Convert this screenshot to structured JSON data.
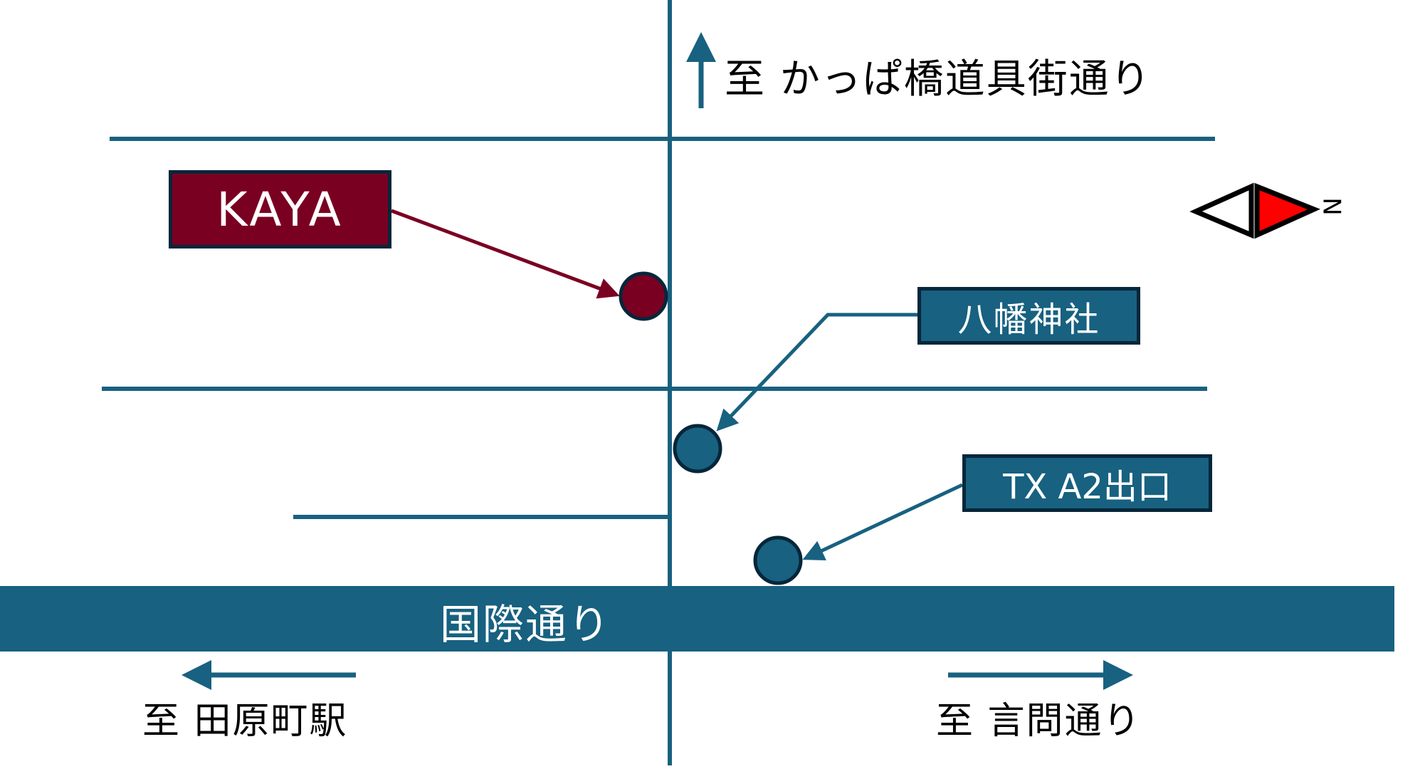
{
  "colors": {
    "road": "#186180",
    "road_dark_border": "#06263a",
    "destination": "#7a0022",
    "landmark": "#186180",
    "compass_north": "#ff0000",
    "text": "#000000",
    "label_text": "#ffffff"
  },
  "map": {
    "destination": {
      "label": "KAYA",
      "icon": "location-marker-icon"
    },
    "landmarks": [
      {
        "label": "八幡神社",
        "icon": "location-marker-icon"
      },
      {
        "label": "TX A2出口",
        "icon": "location-marker-icon"
      }
    ],
    "main_road": {
      "label": "国際通り"
    },
    "directions": {
      "up": {
        "label": "至 かっぱ橋道具街通り",
        "icon": "arrow-up-icon"
      },
      "left": {
        "label": "至 田原町駅",
        "icon": "arrow-left-icon"
      },
      "right": {
        "label": "至 言問通り",
        "icon": "arrow-right-icon"
      }
    },
    "compass": {
      "north_label": "N",
      "icon": "compass-icon"
    }
  }
}
